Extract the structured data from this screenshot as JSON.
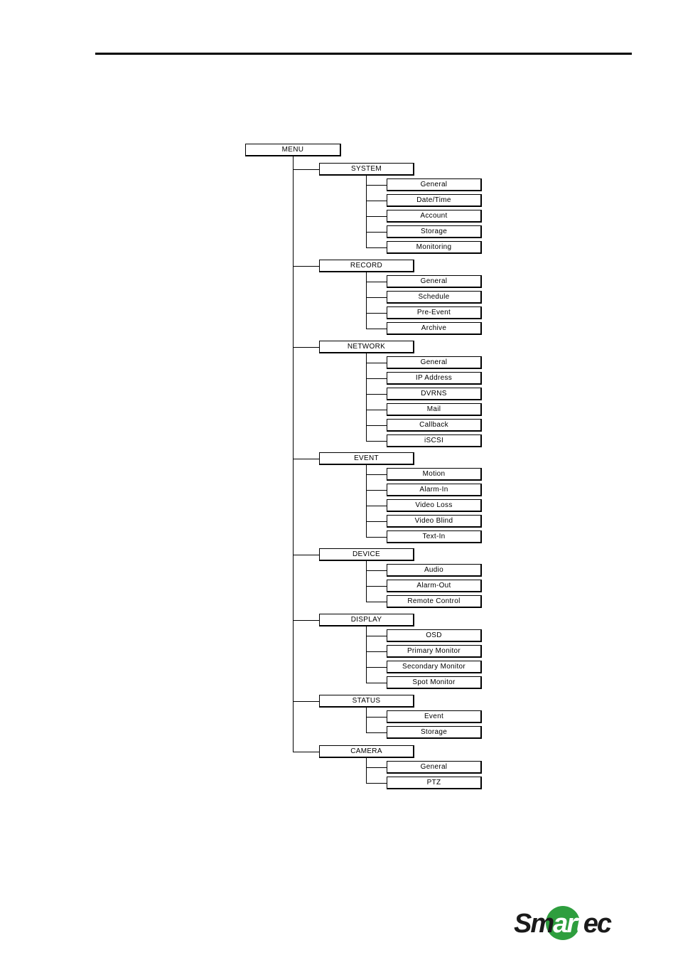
{
  "menu_tree": {
    "root": "MENU",
    "groups": [
      {
        "label": "SYSTEM",
        "items": [
          "General",
          "Date/Time",
          "Account",
          "Storage",
          "Monitoring"
        ]
      },
      {
        "label": "RECORD",
        "items": [
          "General",
          "Schedule",
          "Pre-Event",
          "Archive"
        ]
      },
      {
        "label": "NETWORK",
        "items": [
          "General",
          "IP Address",
          "DVRNS",
          "Mail",
          "Callback",
          "iSCSI"
        ]
      },
      {
        "label": "EVENT",
        "items": [
          "Motion",
          "Alarm-In",
          "Video Loss",
          "Video Blind",
          "Text-In"
        ]
      },
      {
        "label": "DEVICE",
        "items": [
          "Audio",
          "Alarm-Out",
          "Remote Control"
        ]
      },
      {
        "label": "DISPLAY",
        "items": [
          "OSD",
          "Primary Monitor",
          "Secondary Monitor",
          "Spot Monitor"
        ]
      },
      {
        "label": "STATUS",
        "items": [
          "Event",
          "Storage"
        ]
      },
      {
        "label": "CAMERA",
        "items": [
          "General",
          "PTZ"
        ]
      }
    ]
  },
  "logo": {
    "text": "Smartec",
    "accent_color": "#2e9e3e",
    "text_color": "#1a1a1a"
  }
}
